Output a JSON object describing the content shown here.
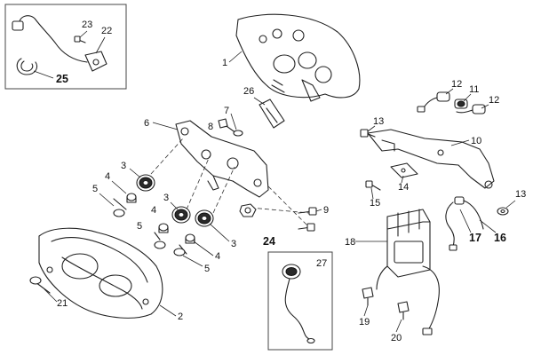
{
  "callouts": {
    "c1": "1",
    "c2": "2",
    "c3a": "3",
    "c3b": "3",
    "c3c": "3",
    "c4a": "4",
    "c4b": "4",
    "c4c": "4",
    "c5a": "5",
    "c5b": "5",
    "c5c": "5",
    "c6": "6",
    "c7": "7",
    "c8": "8",
    "c9": "9",
    "c10": "10",
    "c11": "11",
    "c12a": "12",
    "c12b": "12",
    "c13a": "13",
    "c13b": "13",
    "c14": "14",
    "c15": "15",
    "c16": "16",
    "c17": "17",
    "c18": "18",
    "c19": "19",
    "c20": "20",
    "c21": "21",
    "c22": "22",
    "c23": "23",
    "c24": "24",
    "c25": "25",
    "c26": "26",
    "c27": "27"
  }
}
